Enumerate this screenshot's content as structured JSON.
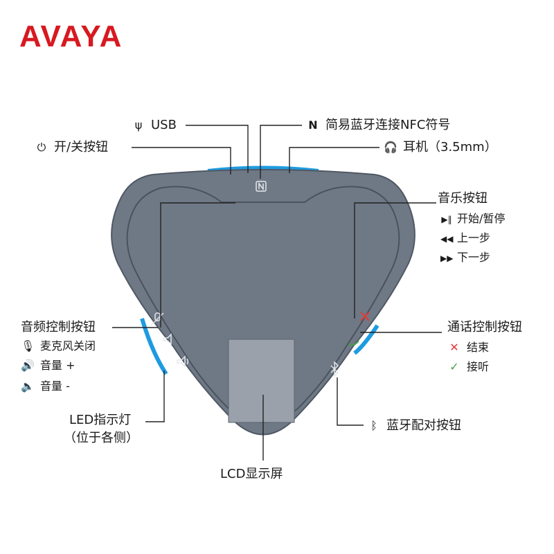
{
  "brand": {
    "logo_text": "AVAYA",
    "color": "#d71920"
  },
  "device": {
    "body_color": "#6f7986",
    "screen_color": "#9aa1ab",
    "led_color": "#1e9be0"
  },
  "labels": {
    "usb": "USB",
    "nfc": "简易蓝牙连接NFC符号",
    "power": "开/关按钮",
    "headset": "耳机（3.5mm）",
    "music": {
      "title": "音乐按钮",
      "items": [
        "开始/暂停",
        "上一步",
        "下一步"
      ]
    },
    "audio": {
      "title": "音频控制按钮",
      "items": [
        "麦克风关闭",
        "音量 +",
        "音量 -"
      ]
    },
    "call": {
      "title": "通话控制按钮",
      "items": [
        "结束",
        "接听"
      ]
    },
    "led": {
      "line1": "LED指示灯",
      "line2": "（位于各侧）"
    },
    "bluetooth": "蓝牙配对按钮",
    "lcd": "LCD显示屏"
  },
  "icons": {
    "usb": "usb-icon",
    "nfc": "nfc-icon",
    "power": "power-icon",
    "headset": "headset-icon",
    "play_pause": "play-pause-icon",
    "previous": "previous-icon",
    "next": "next-icon",
    "mic_off": "mic-off-icon",
    "volume_up": "volume-up-icon",
    "volume_down": "volume-down-icon",
    "end_call": "end-call-icon",
    "answer_call": "answer-call-icon",
    "bluetooth": "bluetooth-icon"
  }
}
